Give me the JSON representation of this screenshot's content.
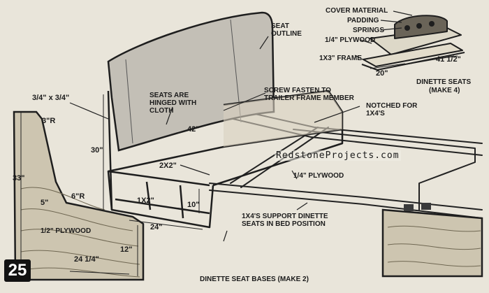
{
  "figure_number": "25",
  "watermark": "RedstoneProjects.com",
  "callouts": {
    "cover_material": "COVER MATERIAL",
    "padding": "PADDING",
    "springs": "SPRINGS",
    "plywood_quarter_top": "1/4\" PLYWOOD",
    "frame_1x3": "1X3\" FRAME",
    "width_20": "20\"",
    "length_41": "41 1/2\"",
    "dinette_seats": "DINETTE SEATS",
    "make_4": "(MAKE 4)",
    "seat_outline": "SEAT OUTLINE",
    "seats_hinged": "SEATS ARE HINGED WITH CLOTH",
    "screw_fasten": "SCREW FASTEN TO TRAILER FRAME MEMBER",
    "notched": "NOTCHED FOR 1X4'S",
    "trim_3_4": "3/4\" x 3/4\"",
    "radius_3": "3\"R",
    "height_33": "33\"",
    "height_30": "30\"",
    "width_42": "42\"",
    "member_2x2": "2X2\"",
    "member_1x2": "1X2\"",
    "height_10": "10\"",
    "depth_24": "24\"",
    "plywood_quarter_mid": "1/4\" PLYWOOD",
    "support_1x4": "1X4'S SUPPORT DINETTE SEATS IN BED POSITION",
    "offset_5": "5\"",
    "radius_6": "6\"R",
    "plywood_half": "1/2\" PLYWOOD",
    "height_12": "12\"",
    "width_24_quarter": "24 1/4\"",
    "seat_bases": "DINETTE SEAT BASES (MAKE 2)"
  }
}
